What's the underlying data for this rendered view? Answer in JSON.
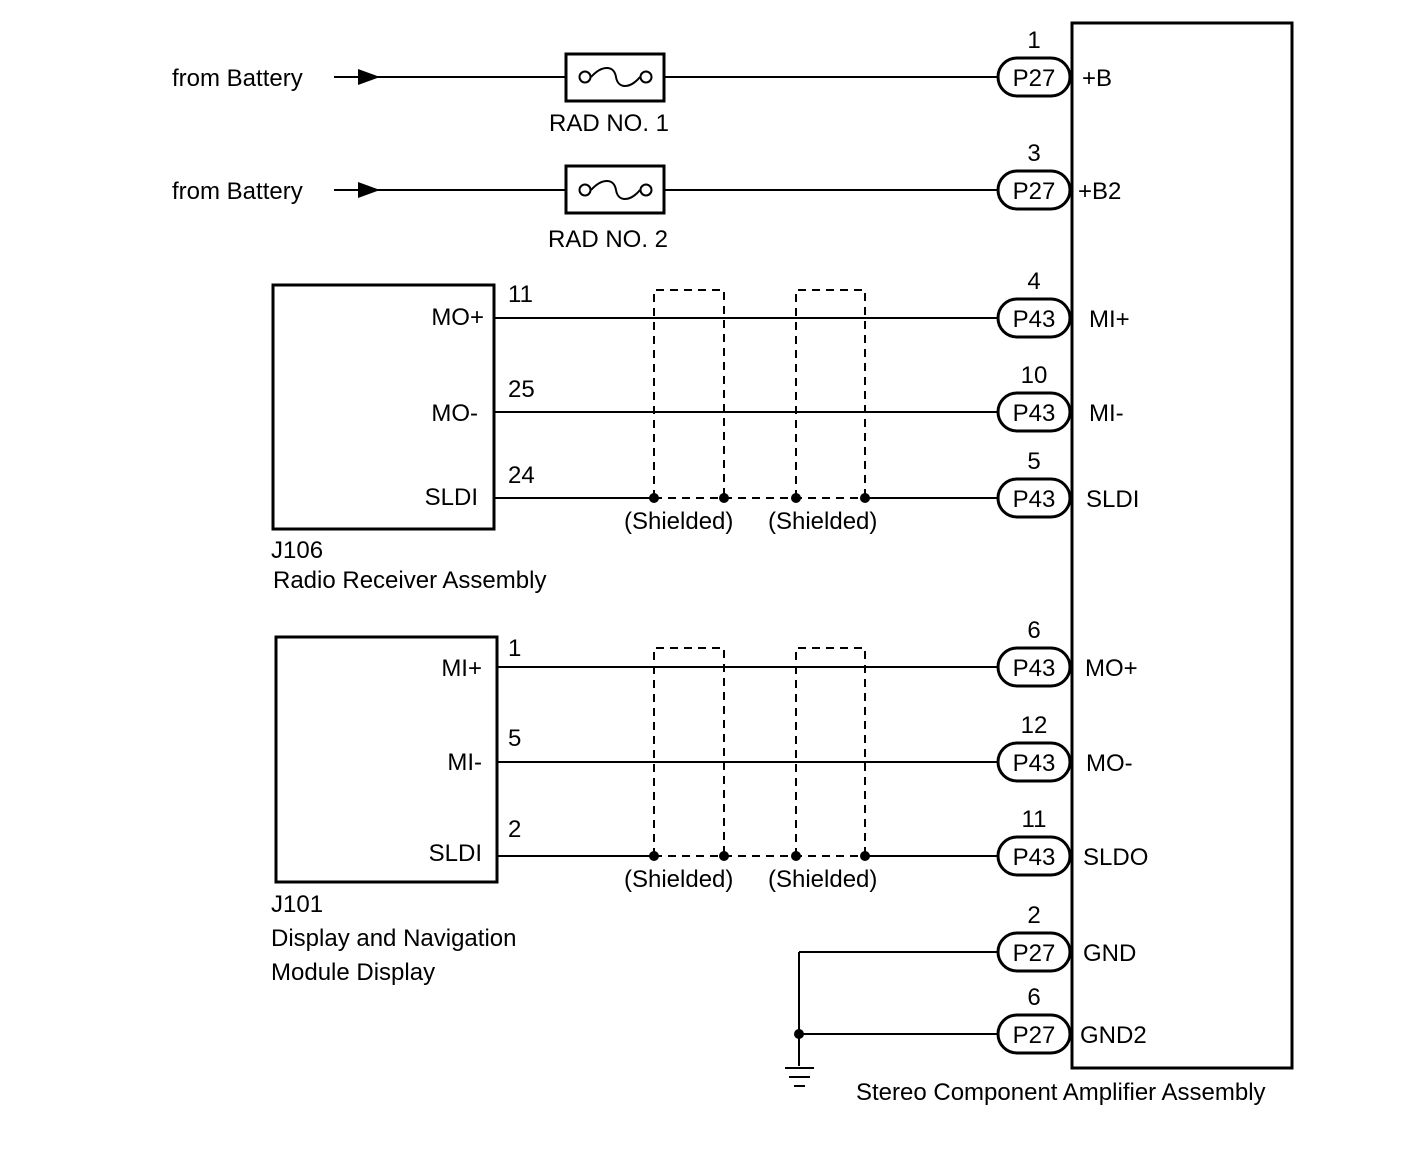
{
  "amplifier": {
    "name": "Stereo Component Amplifier Assembly",
    "pins": [
      {
        "num": "1",
        "connector": "P27",
        "label": "+B"
      },
      {
        "num": "3",
        "connector": "P27",
        "label": "+B2"
      },
      {
        "num": "4",
        "connector": "P43",
        "label": "MI+"
      },
      {
        "num": "10",
        "connector": "P43",
        "label": "MI-"
      },
      {
        "num": "5",
        "connector": "P43",
        "label": "SLDI"
      },
      {
        "num": "6",
        "connector": "P43",
        "label": "MO+"
      },
      {
        "num": "12",
        "connector": "P43",
        "label": "MO-"
      },
      {
        "num": "11",
        "connector": "P43",
        "label": "SLDO"
      },
      {
        "num": "2",
        "connector": "P27",
        "label": "GND"
      },
      {
        "num": "6",
        "connector": "P27",
        "label": "GND2"
      }
    ]
  },
  "battery_inputs": [
    {
      "source": "from Battery",
      "fuse": "RAD NO. 1"
    },
    {
      "source": "from Battery",
      "fuse": "RAD NO. 2"
    }
  ],
  "radio_receiver": {
    "id": "J106",
    "name": "Radio Receiver Assembly",
    "pins": [
      {
        "label": "MO+",
        "num": "11"
      },
      {
        "label": "MO-",
        "num": "25"
      },
      {
        "label": "SLDI",
        "num": "24"
      }
    ]
  },
  "display_module": {
    "id": "J101",
    "name_line1": "Display and Navigation",
    "name_line2": "Module Display",
    "pins": [
      {
        "label": "MI+",
        "num": "1"
      },
      {
        "label": "MI-",
        "num": "5"
      },
      {
        "label": "SLDI",
        "num": "2"
      }
    ]
  },
  "shield_label": "(Shielded)"
}
